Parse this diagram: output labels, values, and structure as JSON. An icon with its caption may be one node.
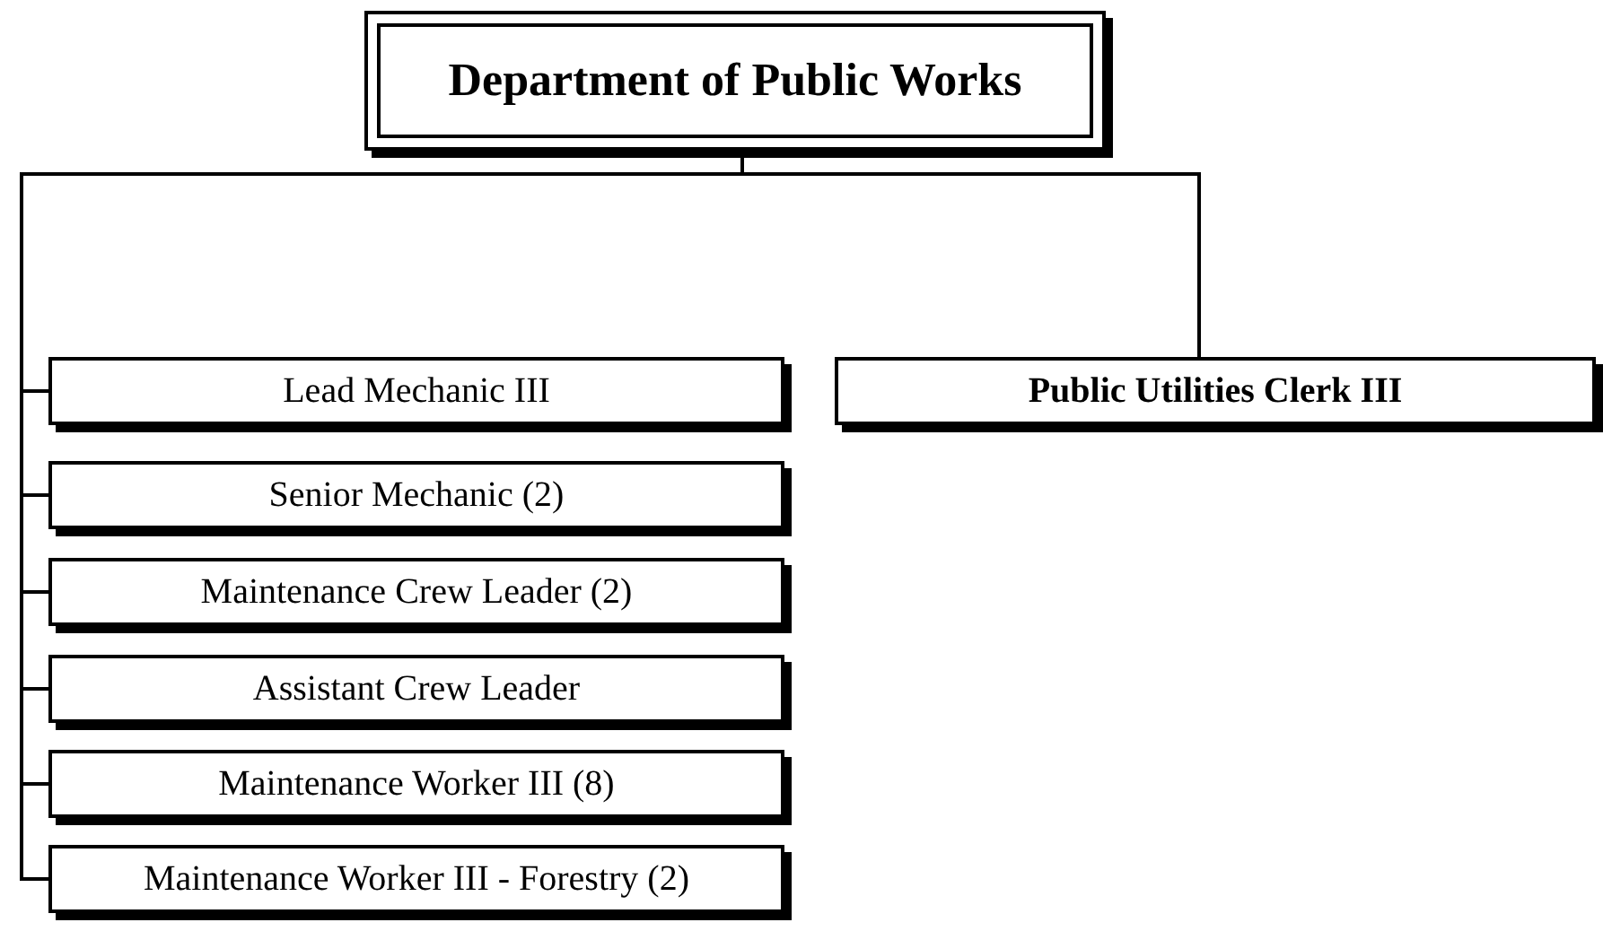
{
  "diagram": {
    "nodes": [
      {
        "text": [
          "Department of Public Works"
        ]
      },
      {
        "text": [
          "Lead Mechanic III"
        ]
      },
      {
        "text": [
          "Senior Mechanic (2)"
        ]
      },
      {
        "text": [
          "Maintenance Crew Leader (2)"
        ]
      },
      {
        "text": [
          "Assistant Crew Leader"
        ]
      },
      {
        "text": [
          "Maintenance Worker III (8)"
        ]
      },
      {
        "text": [
          "Maintenance Worker III - Forestry (2)"
        ]
      },
      {
        "text": [
          "Public Utilities Clerk III"
        ]
      }
    ],
    "edges": [
      {
        "from": 0,
        "to": 1,
        "arrow": "none"
      },
      {
        "from": 0,
        "to": 2,
        "arrow": "none"
      },
      {
        "from": 0,
        "to": 3,
        "arrow": "none"
      },
      {
        "from": 0,
        "to": 4,
        "arrow": "none"
      },
      {
        "from": 0,
        "to": 5,
        "arrow": "none"
      },
      {
        "from": 0,
        "to": 6,
        "arrow": "none"
      },
      {
        "from": 0,
        "to": 7,
        "arrow": "none"
      }
    ]
  }
}
